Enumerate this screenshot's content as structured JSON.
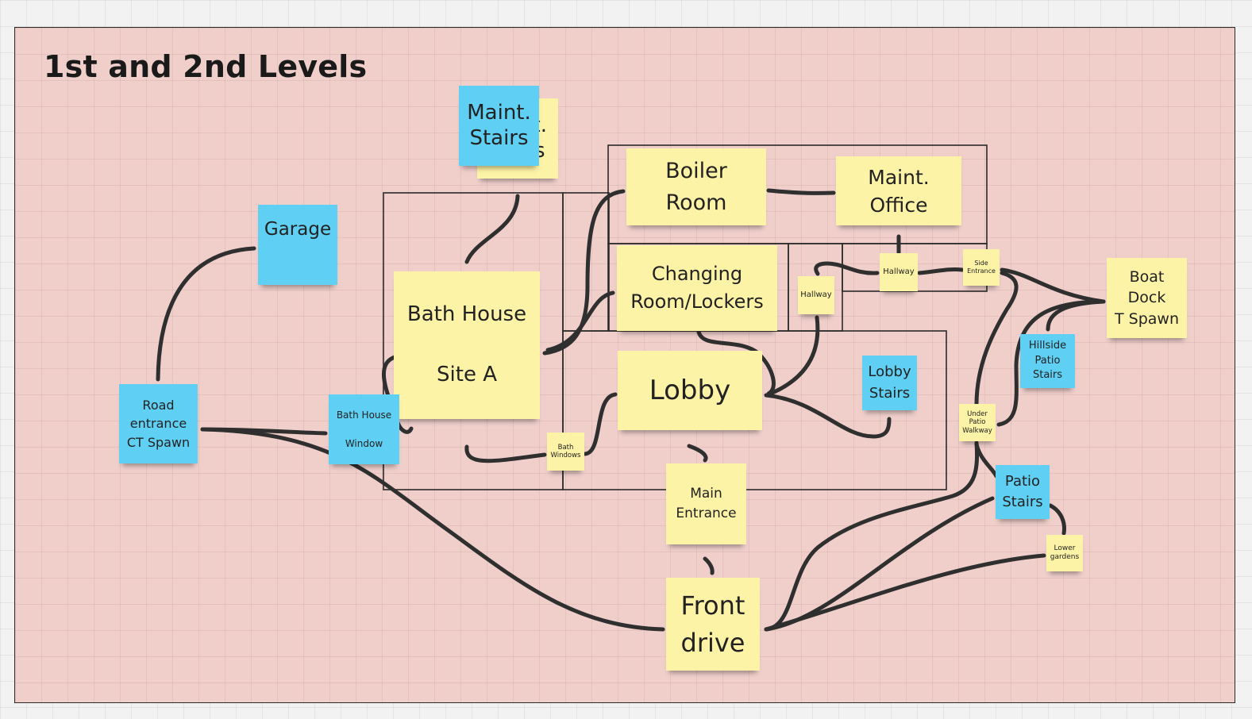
{
  "board": {
    "frame_title": "1st and 2nd Levels"
  },
  "colors": {
    "frame_bg": "#f0cfcb",
    "sticky_yellow": "#fdf3a6",
    "sticky_blue": "#5fd0f3",
    "connector": "#2f2f2f"
  },
  "notes": {
    "maint_stairs_back": "t.\ns",
    "maint_stairs": "Maint.\nStairs",
    "boiler_room": "Boiler\nRoom",
    "maint_office": "Maint.\nOffice",
    "garage": "Garage",
    "changing_room": "Changing\nRoom/Lockers",
    "hallway_left": "Hallway",
    "hallway_right": "Hallway",
    "side_entrance": "Side\nEntrance",
    "boat_dock": "Boat\nDock\nT Spawn",
    "bath_house_site_a": "Bath House\n\nSite A",
    "hillside_patio_stairs": "Hillside\nPatio\nStairs",
    "lobby": "Lobby",
    "lobby_stairs": "Lobby\nStairs",
    "road_entrance": "Road\nentrance\nCT Spawn",
    "bath_house_window": "Bath House\n\nWindow",
    "under_patio_walkway": "Under\nPatio\nWalkway",
    "bath_windows": "Bath\nWindows",
    "main_entrance": "Main\nEntrance",
    "patio_stairs": "Patio\nStairs",
    "lower_gardens": "Lower\ngardens",
    "front_drive": "Front\ndrive"
  }
}
